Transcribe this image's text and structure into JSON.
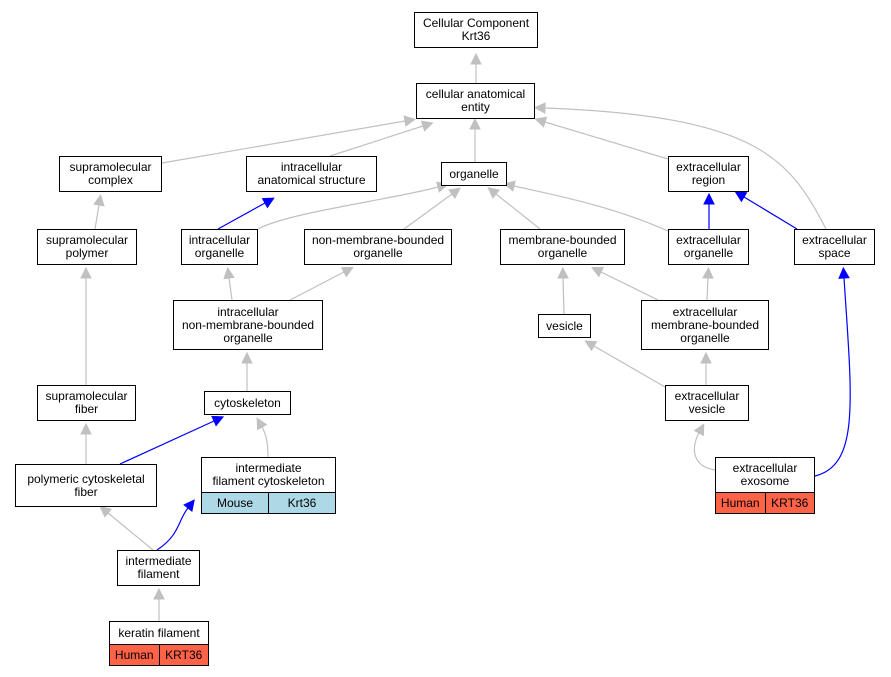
{
  "colors": {
    "is_a_edge": "#c0c0c0",
    "part_of_edge": "#0000ff",
    "mouse_annotation": "#add8e6",
    "human_annotation": "#ff6347"
  },
  "nodes": {
    "root": "Cellular Component\nKrt36",
    "cellular_anatomical_entity": "cellular anatomical\nentity",
    "supramolecular_complex": "supramolecular\ncomplex",
    "intracellular_anatomical_structure": "intracellular\nanatomical structure",
    "organelle": "organelle",
    "extracellular_region": "extracellular\nregion",
    "supramolecular_polymer": "supramolecular\npolymer",
    "intracellular_organelle": "intracellular\norganelle",
    "non_membrane_bounded_organelle": "non-membrane-bounded\norganelle",
    "membrane_bounded_organelle": "membrane-bounded\norganelle",
    "extracellular_organelle": "extracellular\norganelle",
    "extracellular_space": "extracellular\nspace",
    "intracellular_non_membrane_bounded_organelle": "intracellular\nnon-membrane-bounded\norganelle",
    "vesicle": "vesicle",
    "extracellular_membrane_bounded_organelle": "extracellular\nmembrane-bounded\norganelle",
    "supramolecular_fiber": "supramolecular\nfiber",
    "cytoskeleton": "cytoskeleton",
    "extracellular_vesicle": "extracellular\nvesicle",
    "polymeric_cytoskeletal_fiber": "polymeric cytoskeletal\nfiber",
    "intermediate_filament_cytoskeleton": "intermediate\nfilament cytoskeleton",
    "extracellular_exosome": "extracellular\nexosome",
    "intermediate_filament": "intermediate\nfilament",
    "keratin_filament": "keratin filament"
  },
  "annotations": {
    "intermediate_filament_cytoskeleton": {
      "species": "Mouse",
      "gene": "Krt36",
      "color": "#add8e6"
    },
    "extracellular_exosome": {
      "species": "Human",
      "gene": "KRT36",
      "color": "#ff6347"
    },
    "keratin_filament": {
      "species": "Human",
      "gene": "KRT36",
      "color": "#ff6347"
    }
  },
  "edges": [
    {
      "from": "cellular_anatomical_entity",
      "to": "root",
      "type": "is_a"
    },
    {
      "from": "supramolecular_complex",
      "to": "cellular_anatomical_entity",
      "type": "is_a"
    },
    {
      "from": "intracellular_anatomical_structure",
      "to": "cellular_anatomical_entity",
      "type": "is_a"
    },
    {
      "from": "organelle",
      "to": "cellular_anatomical_entity",
      "type": "is_a"
    },
    {
      "from": "extracellular_region",
      "to": "cellular_anatomical_entity",
      "type": "is_a"
    },
    {
      "from": "extracellular_space",
      "to": "cellular_anatomical_entity",
      "type": "is_a"
    },
    {
      "from": "supramolecular_polymer",
      "to": "supramolecular_complex",
      "type": "is_a"
    },
    {
      "from": "intracellular_organelle",
      "to": "intracellular_anatomical_structure",
      "type": "part_of"
    },
    {
      "from": "intracellular_organelle",
      "to": "organelle",
      "type": "is_a"
    },
    {
      "from": "non_membrane_bounded_organelle",
      "to": "organelle",
      "type": "is_a"
    },
    {
      "from": "membrane_bounded_organelle",
      "to": "organelle",
      "type": "is_a"
    },
    {
      "from": "extracellular_organelle",
      "to": "organelle",
      "type": "is_a"
    },
    {
      "from": "extracellular_organelle",
      "to": "extracellular_region",
      "type": "part_of"
    },
    {
      "from": "extracellular_space",
      "to": "extracellular_region",
      "type": "part_of"
    },
    {
      "from": "intracellular_non_membrane_bounded_organelle",
      "to": "intracellular_organelle",
      "type": "is_a"
    },
    {
      "from": "intracellular_non_membrane_bounded_organelle",
      "to": "non_membrane_bounded_organelle",
      "type": "is_a"
    },
    {
      "from": "vesicle",
      "to": "membrane_bounded_organelle",
      "type": "is_a"
    },
    {
      "from": "extracellular_membrane_bounded_organelle",
      "to": "membrane_bounded_organelle",
      "type": "is_a"
    },
    {
      "from": "extracellular_membrane_bounded_organelle",
      "to": "extracellular_organelle",
      "type": "is_a"
    },
    {
      "from": "supramolecular_fiber",
      "to": "supramolecular_polymer",
      "type": "is_a"
    },
    {
      "from": "cytoskeleton",
      "to": "intracellular_non_membrane_bounded_organelle",
      "type": "is_a"
    },
    {
      "from": "extracellular_vesicle",
      "to": "vesicle",
      "type": "is_a"
    },
    {
      "from": "extracellular_vesicle",
      "to": "extracellular_membrane_bounded_organelle",
      "type": "is_a"
    },
    {
      "from": "polymeric_cytoskeletal_fiber",
      "to": "supramolecular_fiber",
      "type": "is_a"
    },
    {
      "from": "polymeric_cytoskeletal_fiber",
      "to": "cytoskeleton",
      "type": "part_of"
    },
    {
      "from": "intermediate_filament_cytoskeleton",
      "to": "cytoskeleton",
      "type": "is_a"
    },
    {
      "from": "extracellular_exosome",
      "to": "extracellular_vesicle",
      "type": "is_a"
    },
    {
      "from": "extracellular_exosome",
      "to": "extracellular_space",
      "type": "part_of"
    },
    {
      "from": "intermediate_filament",
      "to": "polymeric_cytoskeletal_fiber",
      "type": "is_a"
    },
    {
      "from": "intermediate_filament",
      "to": "intermediate_filament_cytoskeleton",
      "type": "part_of"
    },
    {
      "from": "keratin_filament",
      "to": "intermediate_filament",
      "type": "is_a"
    }
  ]
}
